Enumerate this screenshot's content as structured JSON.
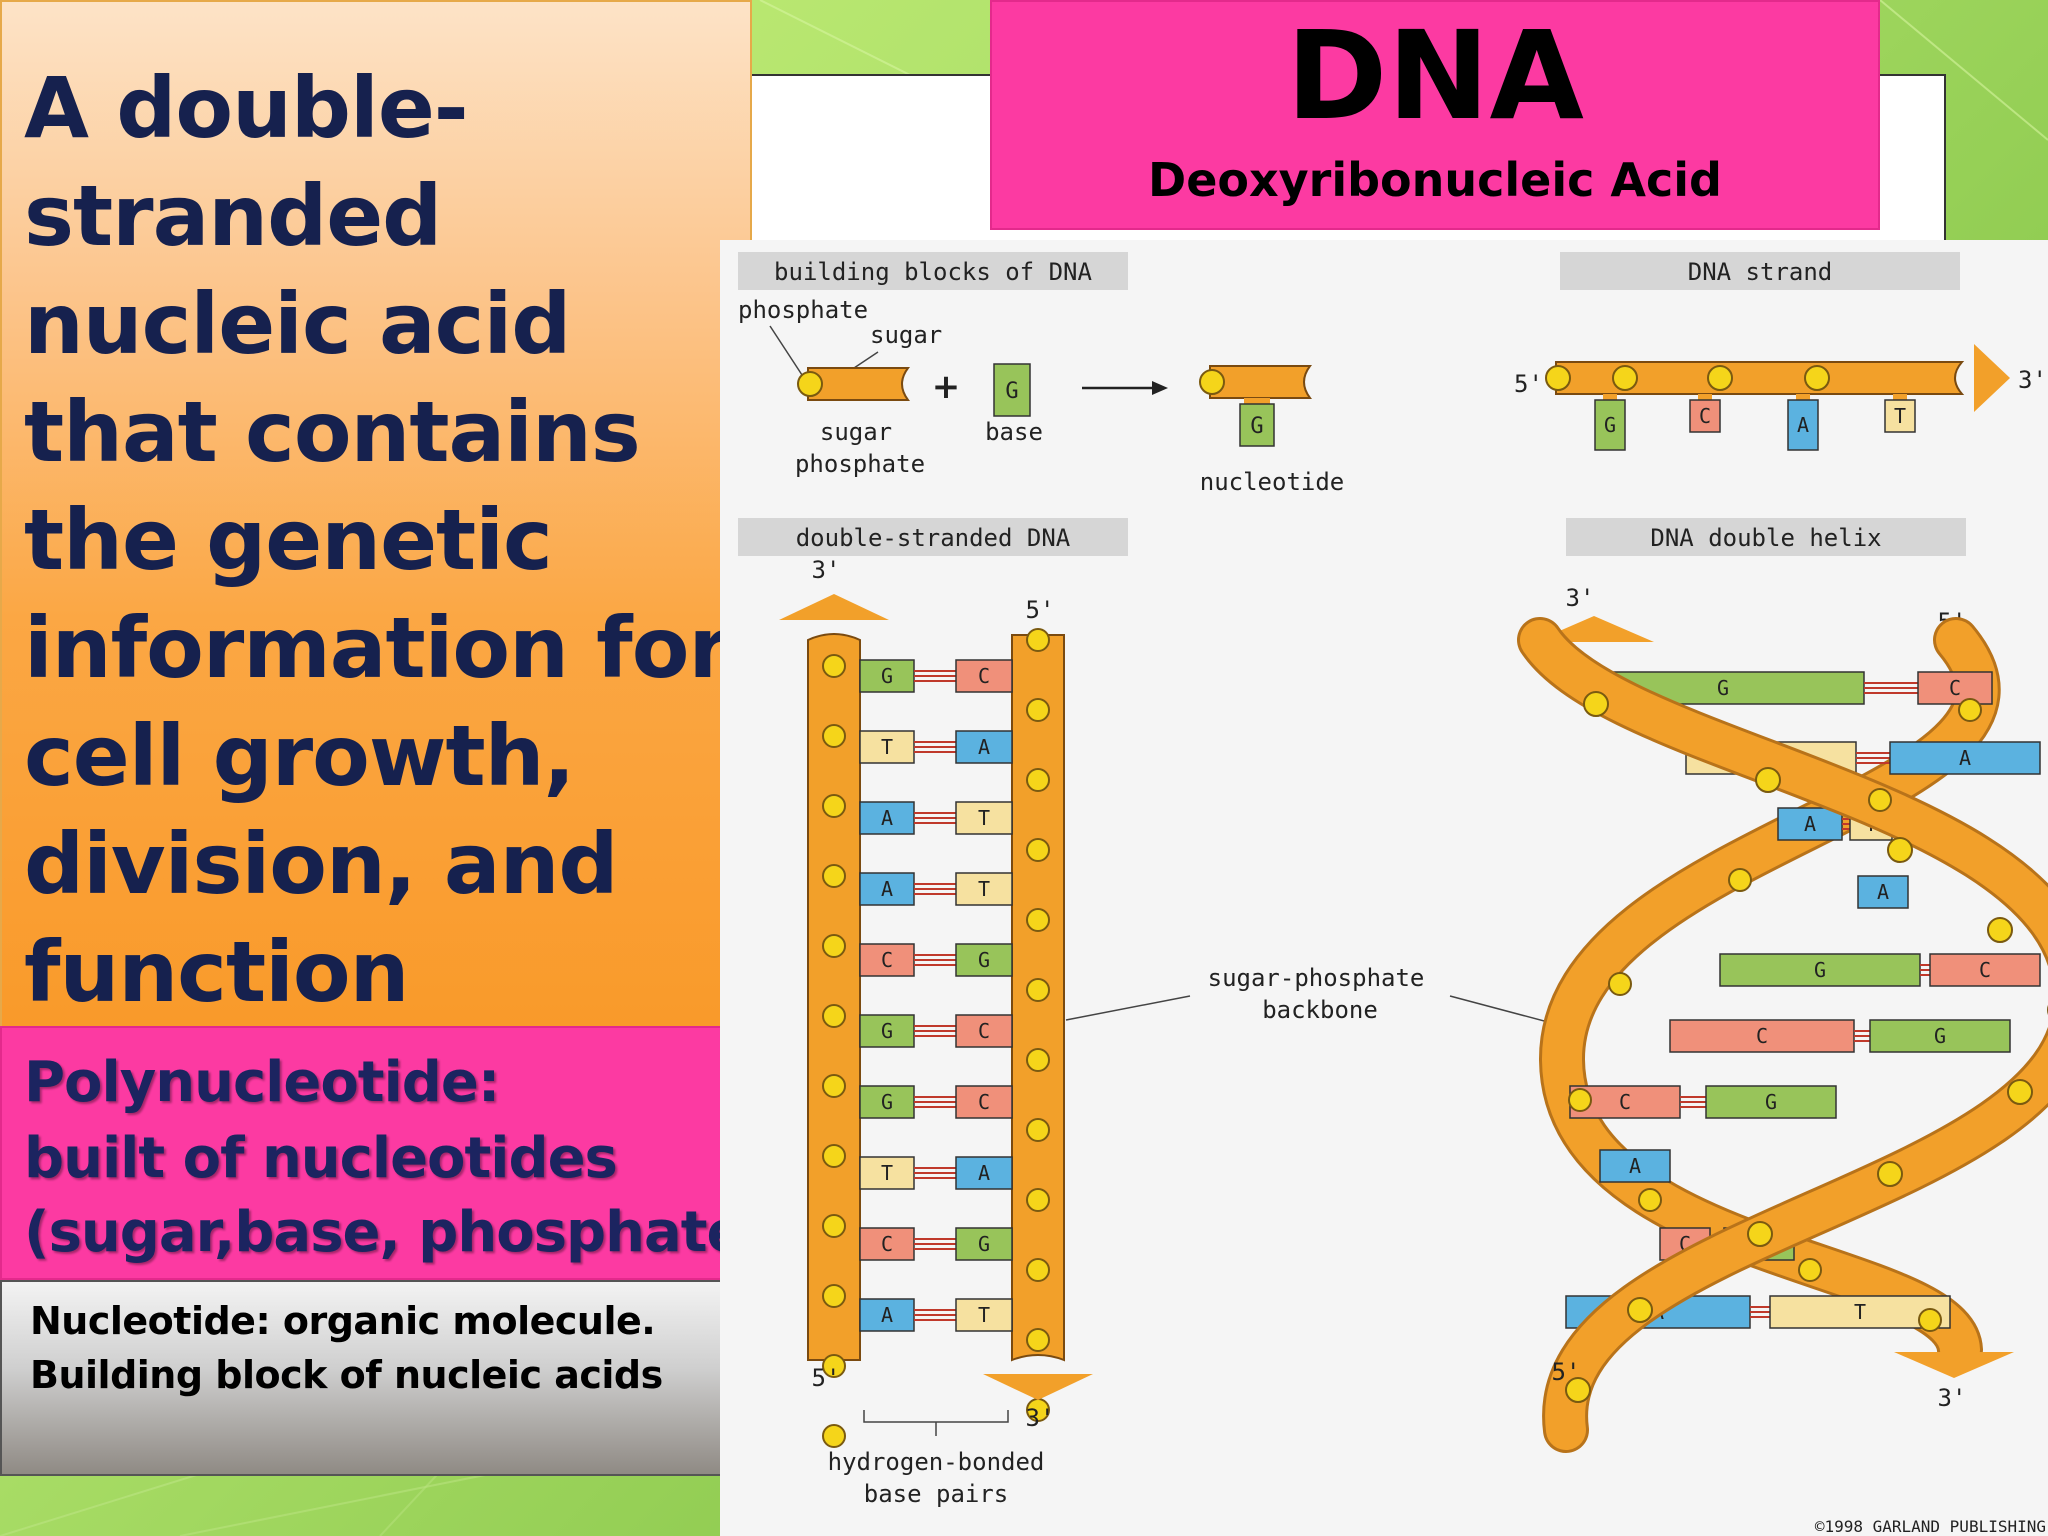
{
  "title": "DNA",
  "subtitle": "Deoxyribonucleic Acid",
  "description_lines": [
    "A double-",
    "stranded",
    "nucleic acid",
    "that contains",
    "the genetic",
    "information for",
    "cell growth,",
    "division, and",
    "function"
  ],
  "polynucleotide_lines": [
    "Polynucleotide:",
    "built of  nucleotides",
    "(sugar,base, phosphate)"
  ],
  "nucleotide_def_lines": [
    "Nucleotide: organic molecule.",
    "Building block of nucleic acids"
  ],
  "diagram": {
    "headers": {
      "building_blocks": "building blocks of DNA",
      "strand": "DNA strand",
      "double_stranded": "double-stranded DNA",
      "double_helix": "DNA double helix"
    },
    "labels": {
      "phosphate": "phosphate",
      "sugar": "sugar",
      "sugar_phosphate_1": "sugar",
      "sugar_phosphate_2": "phosphate",
      "base": "base",
      "nucleotide": "nucleotide",
      "plus": "+",
      "backbone_1": "sugar-phosphate",
      "backbone_2": "backbone",
      "hbond_1": "hydrogen-bonded",
      "hbond_2": "base pairs",
      "copyright": "©1998 GARLAND PUBLISHING"
    },
    "ends": {
      "three_prime": "3'",
      "five_prime": "5'"
    },
    "block_base": "G",
    "nucleotide_base": "G",
    "strand_bases": [
      "G",
      "C",
      "A",
      "T"
    ],
    "ladder_pairs": [
      [
        "G",
        "C"
      ],
      [
        "T",
        "A"
      ],
      [
        "A",
        "T"
      ],
      [
        "A",
        "T"
      ],
      [
        "C",
        "G"
      ],
      [
        "G",
        "C"
      ],
      [
        "G",
        "C"
      ],
      [
        "T",
        "A"
      ],
      [
        "C",
        "G"
      ],
      [
        "A",
        "T"
      ]
    ],
    "helix_pairs": [
      [
        "G",
        "C"
      ],
      [
        "T",
        "A"
      ],
      [
        "A",
        "T"
      ],
      [
        "",
        "A"
      ],
      [
        "G",
        "C"
      ],
      [
        "C",
        "G"
      ],
      [
        "C",
        "G"
      ],
      [
        "A",
        ""
      ],
      [
        "C",
        "G"
      ],
      [
        "A",
        "T"
      ]
    ],
    "base_colors": {
      "G": "#98c45a",
      "C": "#f0907a",
      "A": "#5bb2e0",
      "T": "#f6e1a0"
    },
    "backbone_color": "#f2a02a",
    "phosphate_color": "#f5d51a",
    "arrow_color": "#f2a02a"
  }
}
